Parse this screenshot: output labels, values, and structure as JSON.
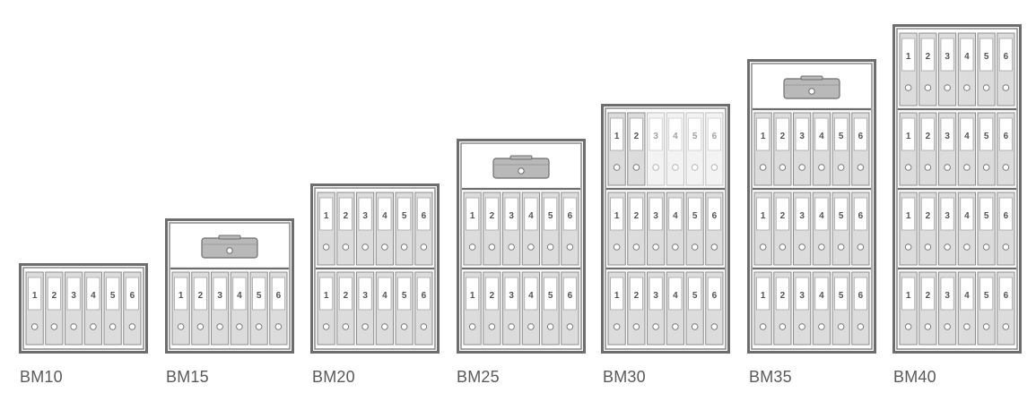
{
  "binder_numbers": [
    "1",
    "2",
    "3",
    "4",
    "5",
    "6"
  ],
  "colors": {
    "frame": "#6d6d6d",
    "frame_inner": "#8a8a8a",
    "binder_fill": "#dcdcdc",
    "binder_stroke": "#8c8c8c",
    "binder_faded_fill": "#ebebeb",
    "cash_box_fill": "#b9b9b9",
    "label_text": "#5a5a5a"
  },
  "cabinets": [
    {
      "name": "BM10",
      "shelves": 1,
      "cash_box": false
    },
    {
      "name": "BM15",
      "shelves": 1,
      "cash_box": true
    },
    {
      "name": "BM20",
      "shelves": 2,
      "cash_box": false
    },
    {
      "name": "BM25",
      "shelves": 2,
      "cash_box": true
    },
    {
      "name": "BM30",
      "shelves": 3,
      "cash_box": false,
      "faded_top_binders": [
        "3",
        "4",
        "5",
        "6"
      ]
    },
    {
      "name": "BM35",
      "shelves": 3,
      "cash_box": true
    },
    {
      "name": "BM40",
      "shelves": 4,
      "cash_box": false
    }
  ]
}
